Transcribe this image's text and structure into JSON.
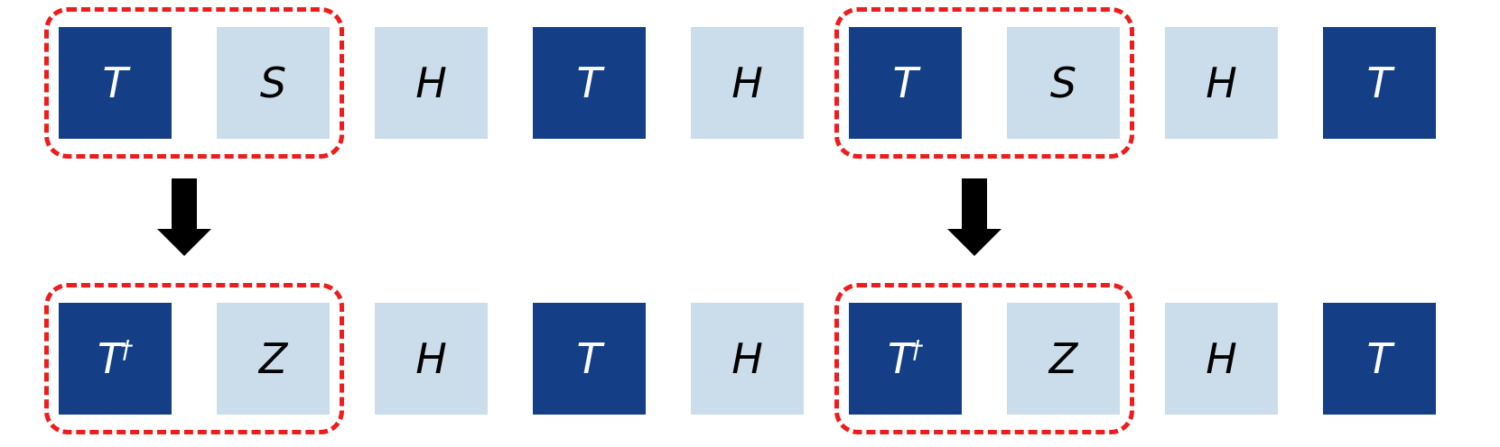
{
  "colors": {
    "t_gate_fill": "#143f86",
    "t_gate_text": "#ffffff",
    "other_gate_fill": "#cbdcea",
    "other_gate_text": "#000000",
    "highlight_border": "#ee1c1c",
    "arrow": "#000000"
  },
  "top_sequence": [
    {
      "label": "T",
      "sup": "",
      "shade": "dark"
    },
    {
      "label": "S",
      "sup": "",
      "shade": "light"
    },
    {
      "label": "H",
      "sup": "",
      "shade": "light"
    },
    {
      "label": "T",
      "sup": "",
      "shade": "dark"
    },
    {
      "label": "H",
      "sup": "",
      "shade": "light"
    },
    {
      "label": "T",
      "sup": "",
      "shade": "dark"
    },
    {
      "label": "S",
      "sup": "",
      "shade": "light"
    },
    {
      "label": "H",
      "sup": "",
      "shade": "light"
    },
    {
      "label": "T",
      "sup": "",
      "shade": "dark"
    }
  ],
  "bottom_sequence": [
    {
      "label": "T",
      "sup": "†",
      "shade": "dark"
    },
    {
      "label": "Z",
      "sup": "",
      "shade": "light"
    },
    {
      "label": "H",
      "sup": "",
      "shade": "light"
    },
    {
      "label": "T",
      "sup": "",
      "shade": "dark"
    },
    {
      "label": "H",
      "sup": "",
      "shade": "light"
    },
    {
      "label": "T",
      "sup": "†",
      "shade": "dark"
    },
    {
      "label": "Z",
      "sup": "",
      "shade": "light"
    },
    {
      "label": "H",
      "sup": "",
      "shade": "light"
    },
    {
      "label": "T",
      "sup": "",
      "shade": "dark"
    }
  ],
  "highlighted_groups": [
    {
      "start": 0,
      "end": 1
    },
    {
      "start": 5,
      "end": 6
    }
  ]
}
